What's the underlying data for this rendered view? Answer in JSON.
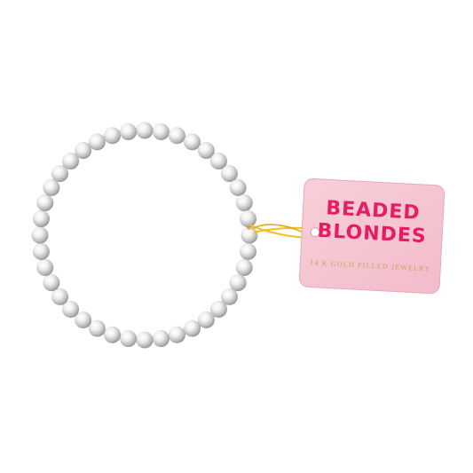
{
  "image": {
    "background_color": "#ffffff",
    "subject": "bracelet-with-tag"
  },
  "tag": {
    "brand_line_1": "BEADED",
    "brand_line_2": "BLONDES",
    "subline": "14 K GOLD FILLED JEWELRY",
    "card_color": "#f6c8d4",
    "text_color": "#e81c62",
    "subline_color": "#c9a256"
  },
  "bracelet": {
    "bead_color": "#dcdcdc",
    "spacer_color": "#d4b060",
    "string_color": "#f0c020"
  }
}
